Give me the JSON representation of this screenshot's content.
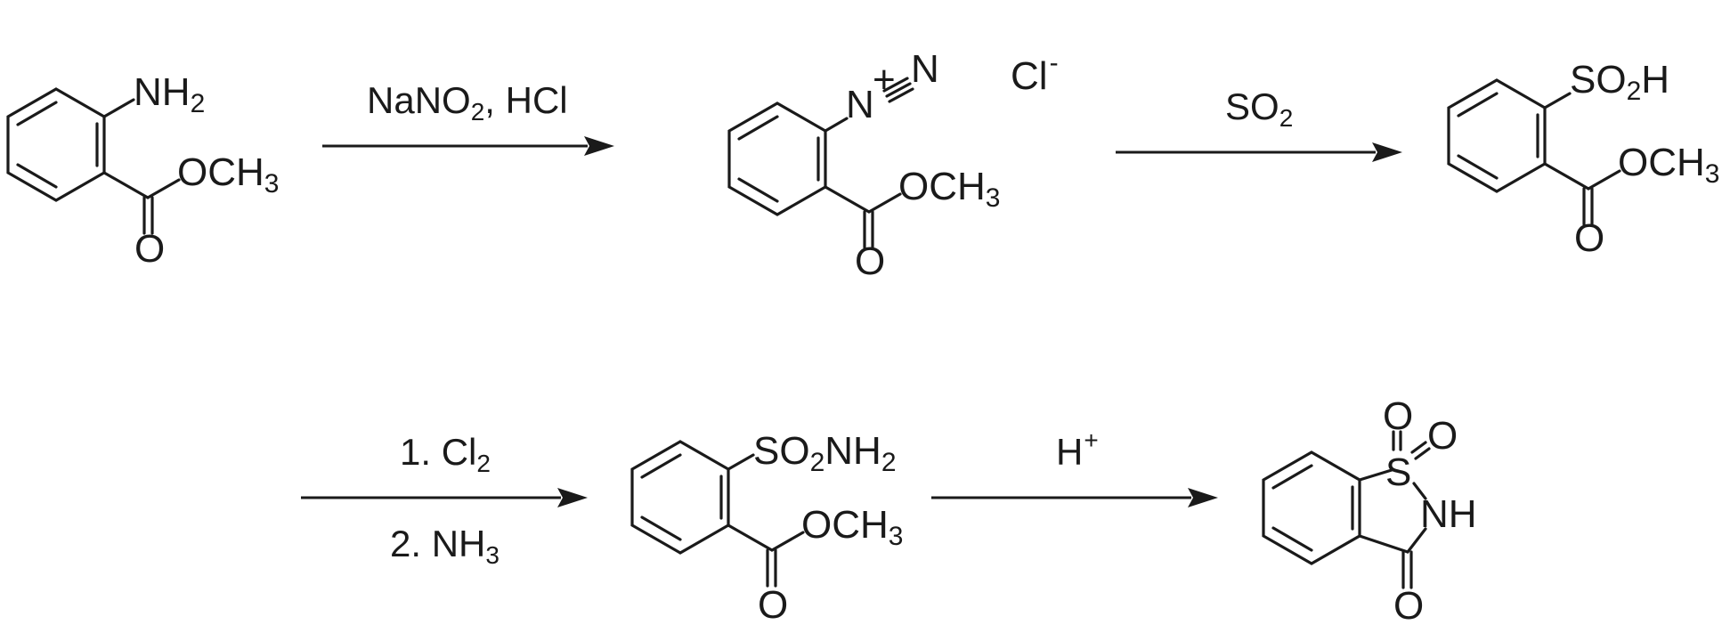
{
  "colors": {
    "ink": "#1a1a1a",
    "background": "#ffffff"
  },
  "molecules": {
    "m1": {
      "amine": "NH",
      "amine_sub": "2",
      "ester": "OCH",
      "ester_sub": "3",
      "carbonyl_o": "O"
    },
    "m2": {
      "n1": "N",
      "charge": "+",
      "n2": "N",
      "counterion": "Cl",
      "counterion_charge": "-",
      "ester": "OCH",
      "ester_sub": "3",
      "carbonyl_o": "O"
    },
    "m3": {
      "group": "SO",
      "group_sub": "2",
      "group_end": "H",
      "ester": "OCH",
      "ester_sub": "3",
      "carbonyl_o": "O"
    },
    "m4": {
      "group": "SO",
      "group_sub": "2",
      "group_mid": "NH",
      "group_sub2": "2",
      "ester": "OCH",
      "ester_sub": "3",
      "carbonyl_o": "O"
    },
    "m5": {
      "s": "S",
      "so_left": "O",
      "so_right": "O",
      "nh": "NH",
      "carbonyl_o": "O"
    }
  },
  "reagents": {
    "step1": {
      "a": "NaNO",
      "a_sub": "2",
      "b": ", HCl"
    },
    "step2": {
      "a": "SO",
      "a_sub": "2"
    },
    "step3": {
      "a": "1. Cl",
      "a_sub": "2",
      "b": "2. NH",
      "b_sub": "3"
    },
    "step4": {
      "a": "H",
      "a_sup": "+"
    }
  }
}
